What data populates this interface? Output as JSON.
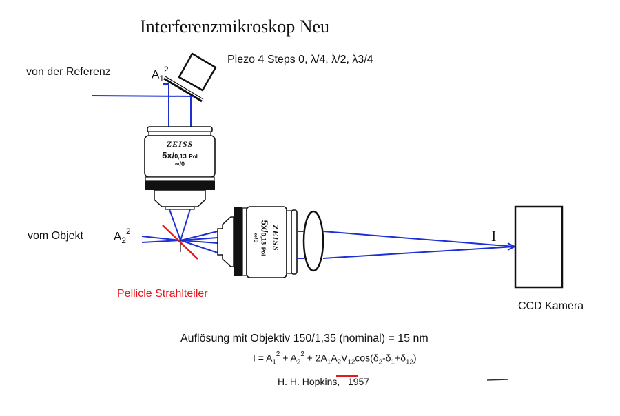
{
  "title": "Interferenzmikroskop Neu",
  "labels": {
    "reference": "von der Referenz",
    "a1": {
      "base": "A",
      "sub": "1",
      "sup": "2"
    },
    "piezo": "Piezo 4 Steps 0, λ/4, λ/2, λ3/4",
    "object": "vom Objekt",
    "a2": {
      "base": "A",
      "sub": "2",
      "sup": "2"
    },
    "pellicle": "Pellicle Strahlteiler",
    "intensity": "I",
    "camera": "CCD Kamera"
  },
  "objectives": [
    {
      "brand": "ZEISS",
      "spec_main": "5x/",
      "spec_na": "0,13",
      "spec_pol": "Pol",
      "spec_tube": "∞/0"
    },
    {
      "brand": "ZEISS",
      "spec_main": "5x/",
      "spec_na": "0,13",
      "spec_pol": "Pol",
      "spec_tube": "∞/0"
    }
  ],
  "resolution": "Auflösung mit Objektiv 150/1,35 (nominal) = 15 nm",
  "formula": {
    "lhs": "I = ",
    "t1_base": "A",
    "t1_sub": "1",
    "t1_sup": "2",
    "plus1": " + ",
    "t2_base": "A",
    "t2_sub": "2",
    "t2_sup": "2",
    "plus2": " + ",
    "t3_coef": "2",
    "t3_a1": "A",
    "t3_a1_sub": "1",
    "t3_a2": "A",
    "t3_a2_sub": "2",
    "t3_v": "V",
    "t3_v_sub": "12",
    "t3_cos": "cos(",
    "d2": "δ",
    "d2_sub": "2",
    "minus": "-",
    "d1": "δ",
    "d1_sub": "1",
    "plus3": "+",
    "d12": "δ",
    "d12_sub": "12",
    "close": ")"
  },
  "citation": "H. H. Hopkins,   1957",
  "colors": {
    "ray": "#1d2fd6",
    "pellicle": "#e8151a",
    "highlight": "#e8151a",
    "outline": "#111111"
  }
}
